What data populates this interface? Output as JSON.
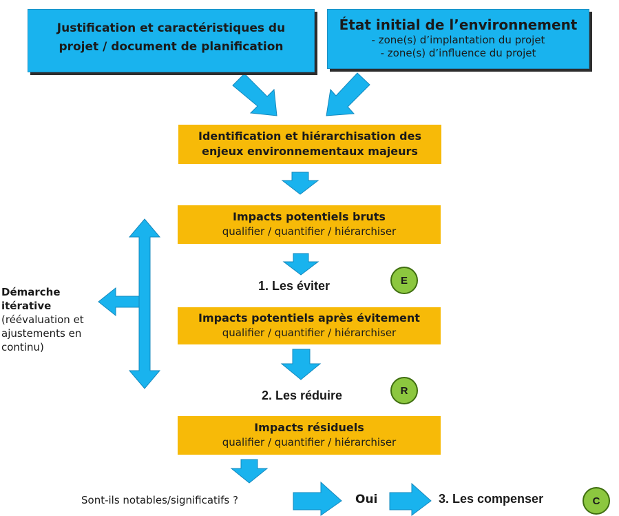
{
  "boxes": {
    "justification": {
      "line1": "Justification et caractéristiques du",
      "line2": "projet / document de planification"
    },
    "etat_initial": {
      "title": "État initial de l’environnement",
      "line1": "- zone(s) d’implantation du projet",
      "line2": "- zone(s) d’influence du projet"
    },
    "identification": {
      "line1": "Identification et hiérarchisation des",
      "line2": "enjeux environnementaux majeurs"
    },
    "impacts_bruts": {
      "title": "Impacts potentiels bruts",
      "sub": "qualifier / quantifier / hiérarchiser"
    },
    "impacts_apres": {
      "title": "Impacts potentiels après évitement",
      "sub": "qualifier / quantifier / hiérarchiser"
    },
    "impacts_residuels": {
      "title": "Impacts résiduels",
      "sub": "qualifier / quantifier / hiérarchiser"
    }
  },
  "steps": {
    "eviter": "1. Les éviter",
    "reduire": "2. Les réduire",
    "compenser": "3. Les compenser"
  },
  "badges": {
    "e": "E",
    "r": "R",
    "c": "C"
  },
  "side": {
    "line1": "Démarche",
    "line2": "itérative",
    "line3": "(réévaluation et",
    "line4": "ajustements en",
    "line5": "continu)"
  },
  "bottom": {
    "question": "Sont-ils notables/significatifs ?",
    "oui": "Oui"
  },
  "colors": {
    "blue_box": "#19b3ee",
    "orange_box": "#f7ba08",
    "arrow": "#19b3ee",
    "badge": "#8cc73f"
  }
}
